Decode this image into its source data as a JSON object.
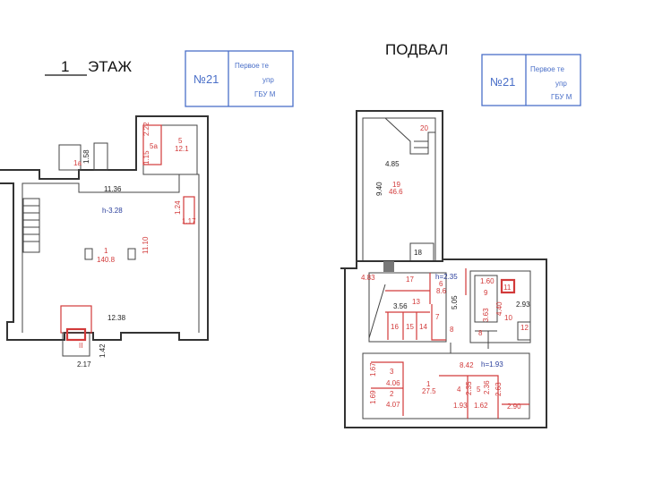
{
  "floor1": {
    "title_number": "1",
    "title_text": "ЭТАЖ",
    "stamp": {
      "number": "№21",
      "line1": "Первое те",
      "line2": "упр",
      "line3": "ГБУ М"
    },
    "labels": {
      "d_11_36": "11.36",
      "height": "h-3.28",
      "room1_no": "1",
      "room1_area": "140.8",
      "d_11_10": "11.10",
      "d_1_24": "1.24",
      "d_1_17": "1.17",
      "d_12_38": "12.38",
      "d_1_42": "1.42",
      "d_2_17": "2.17",
      "room1a": "1a",
      "d_1_58": "1.58",
      "d_2_22": "2.22",
      "room5a": "5a",
      "room5_no": "5",
      "room5_area": "12.1",
      "d_1_15": "1.15",
      "entrance": "II"
    }
  },
  "basement": {
    "title": "ПОДВАЛ",
    "stamp": {
      "number": "№21",
      "line1": "Первое те",
      "line2": "упр",
      "line3": "ГБУ М"
    },
    "labels": {
      "r20": "20",
      "d_4_85": "4.85",
      "d_9_40": "9.40",
      "r19_no": "19",
      "r19_area": "46.6",
      "r18": "18",
      "d_4_83": "4.83",
      "r17": "17",
      "h_2_35": "h=2.35",
      "r6_no": "6",
      "r6_area": "8.6",
      "r13": "13",
      "d_3_56": "3.56",
      "d_5_05": "5.05",
      "r16": "16",
      "r15": "15",
      "r14": "14",
      "r7": "7",
      "r8a": "8",
      "r8b": "8",
      "d_1_60": "1.60",
      "r9": "9",
      "d_3_63": "3.63",
      "d_4_40": "4.40",
      "r11": "11",
      "d_2_93": "2.93",
      "r10": "10",
      "r12": "12",
      "d_8_42": "8.42",
      "h_1_93": "h=1.93",
      "r3_no": "3",
      "d_1_67": "1.67",
      "r3_dim": "4.06",
      "r2_no": "2",
      "d_1_69": "1.69",
      "r2_dim": "4.07",
      "r1_no": "1",
      "r1_area": "27.5",
      "r4_no": "4",
      "d_2_35": "2.35",
      "r5_no": "5",
      "d_2_36": "2.36",
      "d_2_63": "2.63",
      "d_1_93": "1.93",
      "d_1_62": "1.62",
      "d_2_90": "2.90"
    }
  },
  "colors": {
    "walls": "#333333",
    "room_labels": "#d23a3a",
    "stamp": "#4a6fc8",
    "height_label": "#2a3f9c"
  }
}
